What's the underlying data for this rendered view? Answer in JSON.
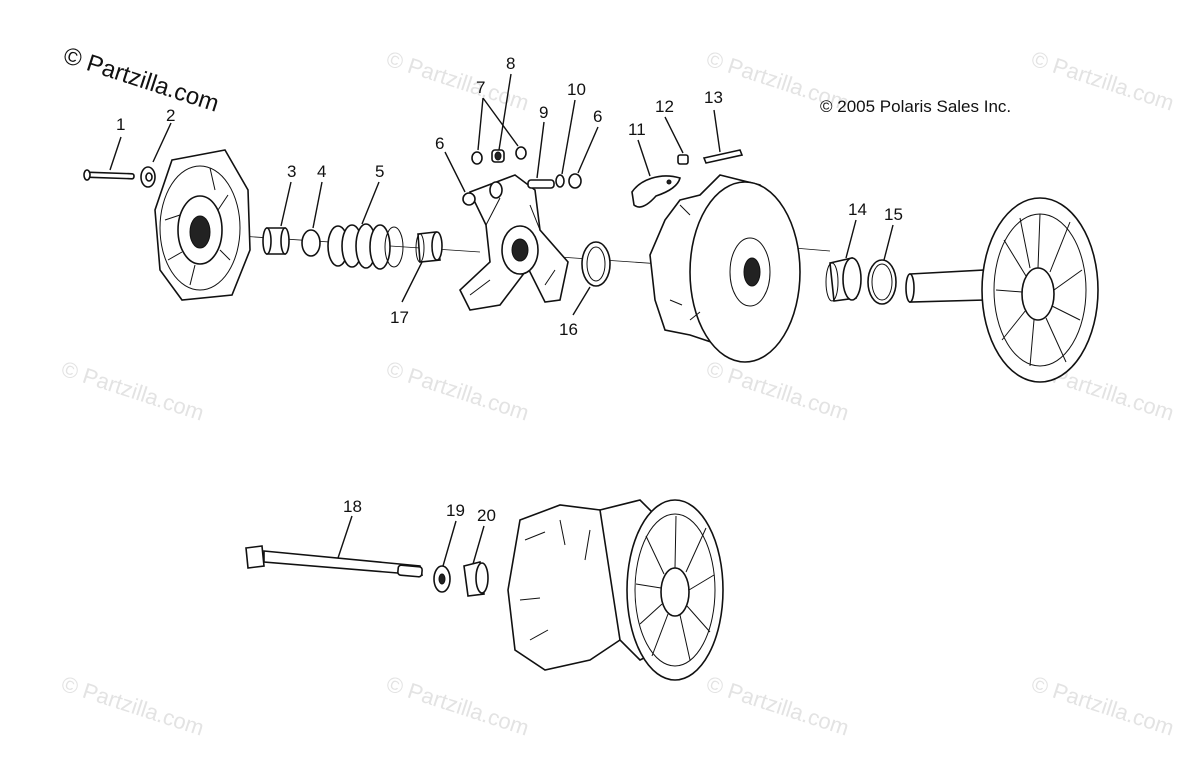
{
  "watermark": {
    "main": "© Partzilla.com",
    "repeat": "© Partzilla.com"
  },
  "copyright": "© 2005 Polaris Sales Inc.",
  "callouts": [
    "1",
    "2",
    "3",
    "4",
    "5",
    "6",
    "7",
    "8",
    "9",
    "10",
    "6",
    "11",
    "12",
    "13",
    "14",
    "15",
    "16",
    "17",
    "18",
    "19",
    "20"
  ]
}
